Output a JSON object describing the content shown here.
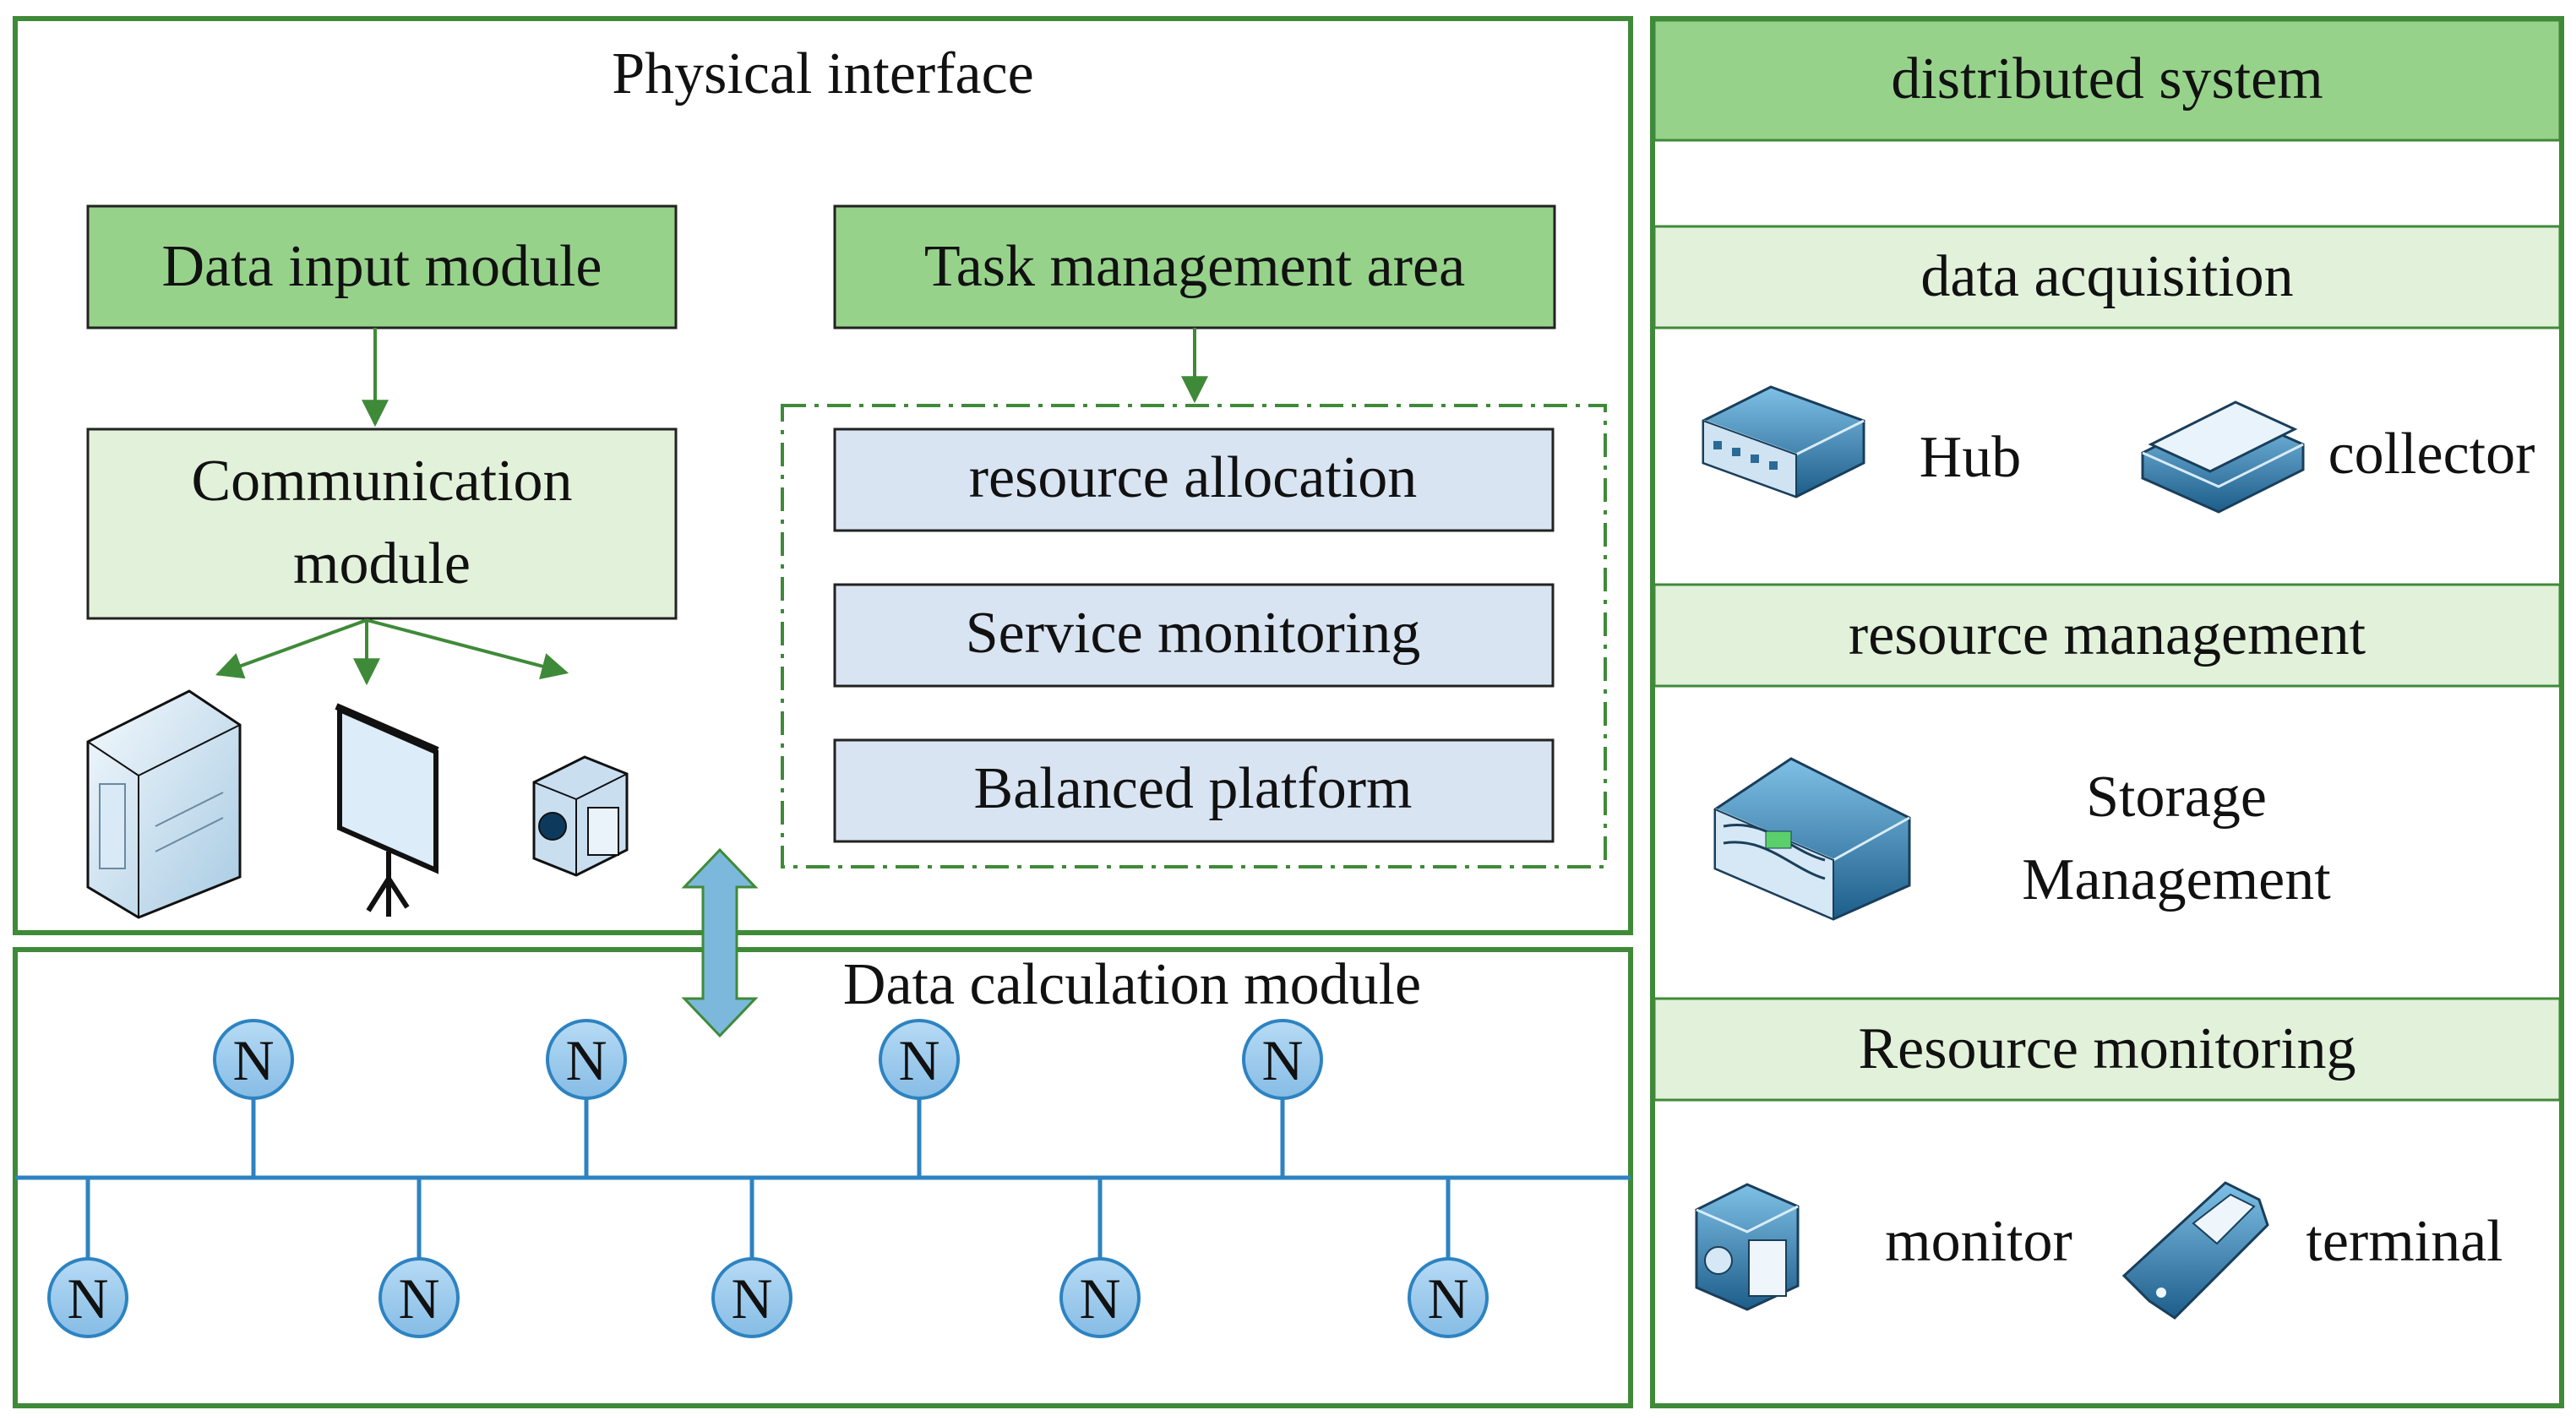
{
  "physical_interface": {
    "title": "Physical interface",
    "data_input_module": "Data input module",
    "communication_module": [
      "Communication",
      "module"
    ],
    "task_management_area": "Task management area",
    "tasks": [
      "resource allocation",
      "Service monitoring",
      "Balanced platform"
    ],
    "devices": [
      {
        "icon": "server-icon"
      },
      {
        "icon": "projector-screen-icon"
      },
      {
        "icon": "video-camera-icon"
      }
    ]
  },
  "data_calculation": {
    "title": "Data calculation module",
    "node_label": "N",
    "upper_nodes": 4,
    "lower_nodes": 5
  },
  "distributed_system": {
    "title": "distributed system",
    "sections": [
      {
        "title": "data acquisition",
        "items": [
          {
            "icon": "hub-icon",
            "label": "Hub"
          },
          {
            "icon": "scanner-icon",
            "label": "collector"
          }
        ]
      },
      {
        "title": "resource management",
        "items": [
          {
            "icon": "storage-icon",
            "label": [
              "Storage",
              "Management"
            ]
          }
        ]
      },
      {
        "title": "Resource monitoring",
        "items": [
          {
            "icon": "camera-icon",
            "label": "monitor"
          },
          {
            "icon": "mobile-phone-icon",
            "label": "terminal"
          }
        ]
      }
    ]
  },
  "colors": {
    "frame_green": "#3f8a38",
    "header_green": "#97d28b",
    "light_green": "#e2f1da",
    "task_blue": "#d9e4f2",
    "node_blue": "#9cc8ec",
    "line_blue": "#2d83c1",
    "arrow_blue": "#7cb8dc"
  }
}
